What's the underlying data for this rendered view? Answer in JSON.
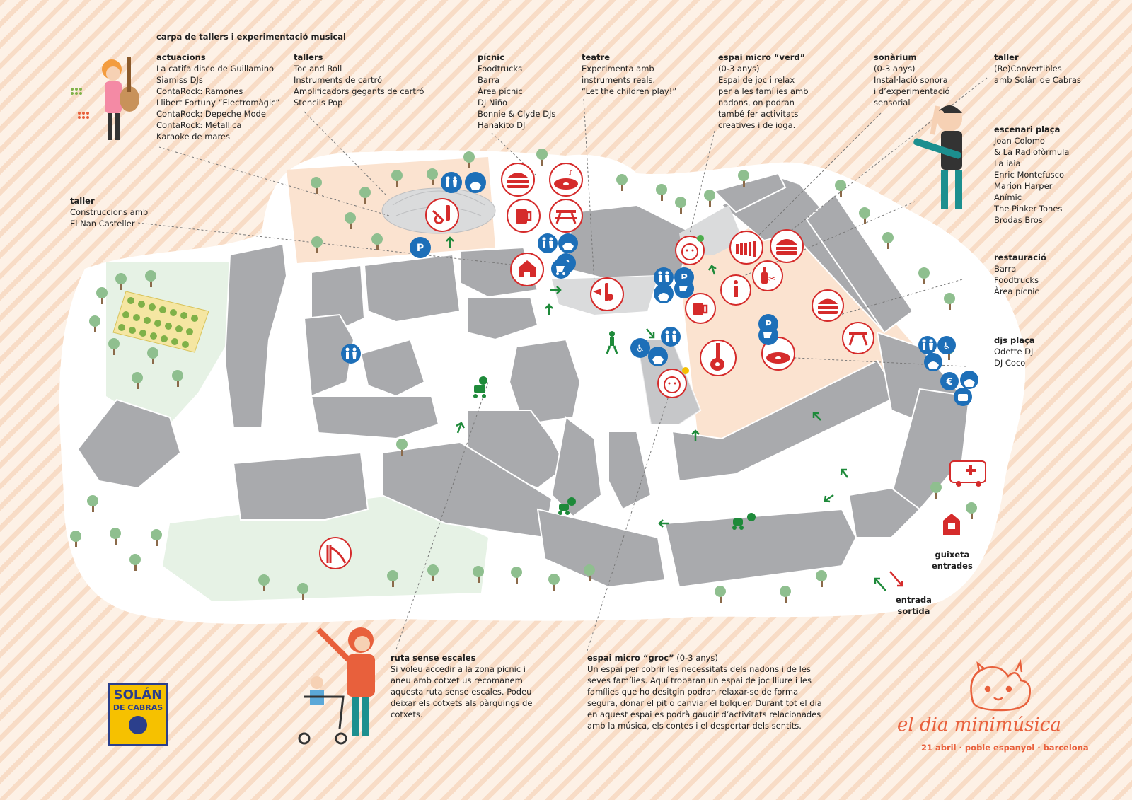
{
  "header": {
    "title": "carpa de tallers i experimentació musical"
  },
  "colors": {
    "red": "#d52b2b",
    "blue": "#1d6fb8",
    "green": "#1e8a3a",
    "building": "#a9aaad",
    "brand": "#e8603c"
  },
  "sections": {
    "actuacions": {
      "title": "actuacions",
      "items": [
        "La catifa disco de Guillamino",
        "Siamiss DJs",
        "ContaRock: Ramones",
        "Llibert Fortuny “Electromàgic”",
        "ContaRock: Depeche Mode",
        "ContaRock: Metallica",
        "Karaoke de mares"
      ]
    },
    "tallers": {
      "title": "tallers",
      "items": [
        "Toc and Roll",
        "Instruments de cartró",
        "Amplificadors gegants de cartró",
        "Stencils Pop"
      ]
    },
    "picnic": {
      "title": "pícnic",
      "items": [
        "Foodtrucks",
        "Barra",
        "Àrea pícnic",
        "DJ Niño",
        "Bonnie & Clyde DJs",
        "Hanakito DJ"
      ]
    },
    "teatre": {
      "title": "teatre",
      "items": [
        "Experimenta amb",
        "instruments reals.",
        "“Let the children play!”"
      ]
    },
    "espai_verd": {
      "title": "espai micro “verd”",
      "items": [
        "(0-3 anys)",
        "Espai de joc i relax",
        "per a les famílies amb",
        "nadons, on podran",
        "també fer activitats",
        "creatives i de ioga."
      ]
    },
    "sonarium": {
      "title": "sonàrium",
      "items": [
        "(0-3 anys)",
        "Instal·lació sonora",
        "i d’experimentació",
        "sensorial"
      ]
    },
    "taller_convertibles": {
      "title": "taller",
      "items": [
        "(Re)Convertibles",
        "amb Solán de Cabras"
      ]
    },
    "escenari_placa": {
      "title": "escenari plaça",
      "items": [
        "Joan Colomo",
        "& La Radiofòrmula",
        "La iaia",
        "Enric Montefusco",
        "Marion Harper",
        "Anímic",
        "The Pinker Tones",
        "Brodas Bros"
      ]
    },
    "restauracio": {
      "title": "restauració",
      "items": [
        "Barra",
        "Foodtrucks",
        "Àrea pícnic"
      ]
    },
    "djs_placa": {
      "title": "djs plaça",
      "items": [
        "Odette DJ",
        "DJ Coco"
      ]
    },
    "taller_construccions": {
      "title": "taller",
      "items": [
        "Construccions amb",
        "El Nan Casteller"
      ]
    },
    "ruta": {
      "title": "ruta sense escales",
      "text": "Si voleu accedir a la zona pícnic i aneu amb cotxet us recomanem aquesta ruta sense escales. Podeu deixar els cotxets als pàrquings de cotxets."
    },
    "espai_groc": {
      "title": "espai micro “groc”",
      "subtitle": "(0-3 anys)",
      "text": "Un espai per cobrir les necessitats dels nadons i de les seves famílies. Aquí trobaran un espai de joc lliure i les famílies que ho desitgin podran relaxar-se de forma segura, donar el pit o canviar el bolquer. Durant tot el dia en aquest espai es podrà gaudir d’activitats relacionades amb la música, els contes i el despertar dels sentits."
    }
  },
  "map_labels": {
    "guixeta": "guixeta",
    "entrades": "entrades",
    "entrada": "entrada",
    "sortida": "sortida"
  },
  "sponsor": {
    "line1": "SOLÁN",
    "line2": "DE CABRAS"
  },
  "brand": {
    "name": "el dia minimúsica",
    "date": "21 abril · poble espanyol · barcelona"
  },
  "icons": [
    "guitar-icon",
    "parking-icon",
    "toilets-icon",
    "changing-table-icon",
    "burger-icon",
    "vinyl-icon",
    "beer-icon",
    "picnic-table-icon",
    "castle-icon",
    "stroller-icon",
    "theatre-icon",
    "baby-icon",
    "xylophone-icon",
    "info-icon",
    "bottle-icon",
    "scissors-icon",
    "accessible-icon",
    "euro-icon",
    "luggage-icon",
    "ambulance-icon",
    "ticket-booth-icon",
    "slide-icon",
    "tree-icon",
    "arrow-icon"
  ]
}
